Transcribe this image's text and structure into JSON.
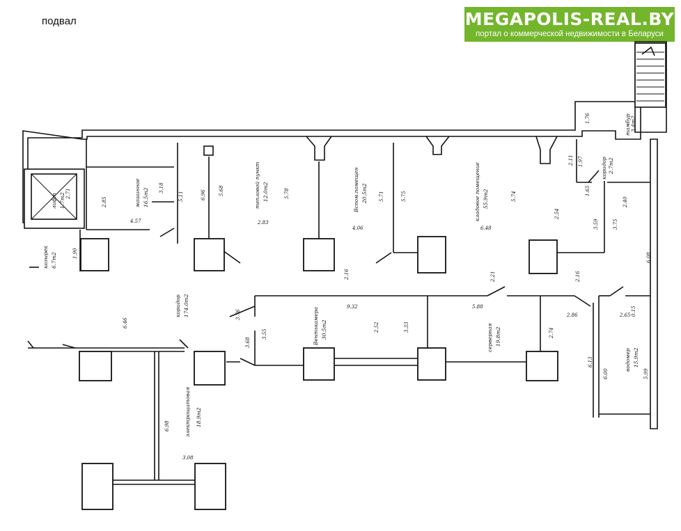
{
  "page": {
    "label": "подвал"
  },
  "logo": {
    "title": "MEGAPOLIS-REAL.BY",
    "subtitle": "портал о коммерческой недвижимости в Беларуси",
    "color": "#73b52b"
  },
  "rooms": {
    "lift": "лифт",
    "lift_area": "1.7m2",
    "mashinnaya": "машинное",
    "mashinnaya_area": "16.5m2",
    "teplovoy": "тепловой пункт",
    "teplovoy_area": "12.0m2",
    "vspom": "Вспом.помещен",
    "vspom_area": "20.5m2",
    "kladovaya": "кладовое помещение",
    "kladovaya_area": "55.9m2",
    "tambur": "тамбур",
    "tambur_area": "3.4m2",
    "koridor_small": "коридор",
    "koridor_small_area": "2.7m2",
    "koridor_main": "коридор",
    "koridor_main_area": "174.0m2",
    "ventkamera": "Вентькамера",
    "ventkamera_area": "30.5m2",
    "serverna": "серверная",
    "serverna_area": "19.8m2",
    "vodomer": "водомер",
    "vodomer_area": "15.9m2",
    "elektroshchit": "электрощитовая",
    "elektroshchit_area": "18.9m2",
    "kozyrek": "козырек",
    "kozyrek_area": "6.7m2"
  },
  "dimensions": [
    "2.85",
    "3.18",
    "5.11",
    "6.96",
    "5.68",
    "5.78",
    "5.71",
    "5.75",
    "5.74",
    "2.54",
    "3.59",
    "3.75",
    "6.08",
    "1.97",
    "2.11",
    "1.76",
    "2.40",
    "1.65",
    "2.21",
    "2.16",
    "2.86",
    "2.65",
    "0.15",
    "6.13",
    "6.00",
    "5.99",
    "3.68",
    "3.55",
    "3.33",
    "2.52",
    "9.32",
    "5.88",
    "2.74",
    "6.46",
    "6.98",
    "3.08",
    "1.90",
    "2.71",
    "4.57",
    "2.83",
    "3.76",
    "6.48",
    "4.06",
    "2.16"
  ]
}
